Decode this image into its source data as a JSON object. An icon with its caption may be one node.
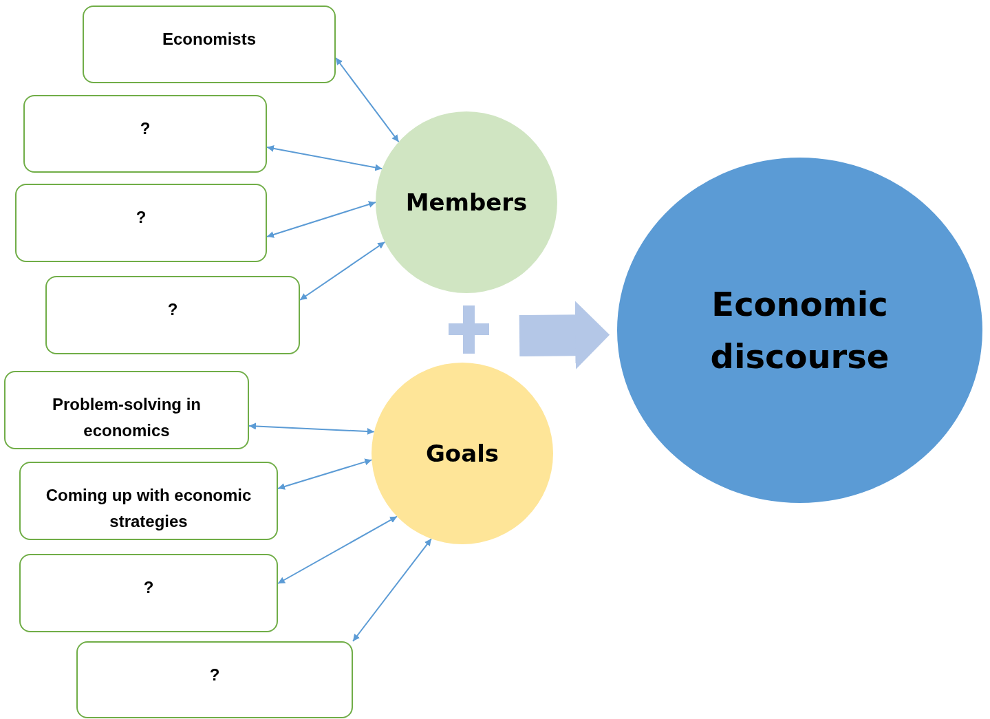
{
  "diagram": {
    "nodes": [
      {
        "text": [
          "Economists"
        ]
      },
      {
        "text": [
          "?"
        ]
      },
      {
        "text": [
          "?"
        ]
      },
      {
        "text": [
          "?"
        ]
      },
      {
        "text": [
          "Problem-solving in economics"
        ]
      },
      {
        "text": [
          "Coming up with economic strategies"
        ]
      },
      {
        "text": [
          "?"
        ]
      },
      {
        "text": [
          "?"
        ]
      },
      {
        "text": [
          "Members"
        ]
      },
      {
        "text": [
          "Goals"
        ]
      },
      {
        "text": [
          "Economic discourse"
        ]
      }
    ],
    "edges": [
      {
        "from": 8,
        "to": 0,
        "arrow": "both"
      },
      {
        "from": 8,
        "to": 1,
        "arrow": "both"
      },
      {
        "from": 8,
        "to": 2,
        "arrow": "both"
      },
      {
        "from": 8,
        "to": 3,
        "arrow": "both"
      },
      {
        "from": 9,
        "to": 4,
        "arrow": "both"
      },
      {
        "from": 9,
        "to": 5,
        "arrow": "both"
      },
      {
        "from": 9,
        "to": 6,
        "arrow": "both"
      },
      {
        "from": 9,
        "to": 7,
        "arrow": "both"
      },
      {
        "from": null,
        "to": 10,
        "arrow": "to",
        "style": "thick",
        "color": "#b4c7e7"
      }
    ]
  }
}
